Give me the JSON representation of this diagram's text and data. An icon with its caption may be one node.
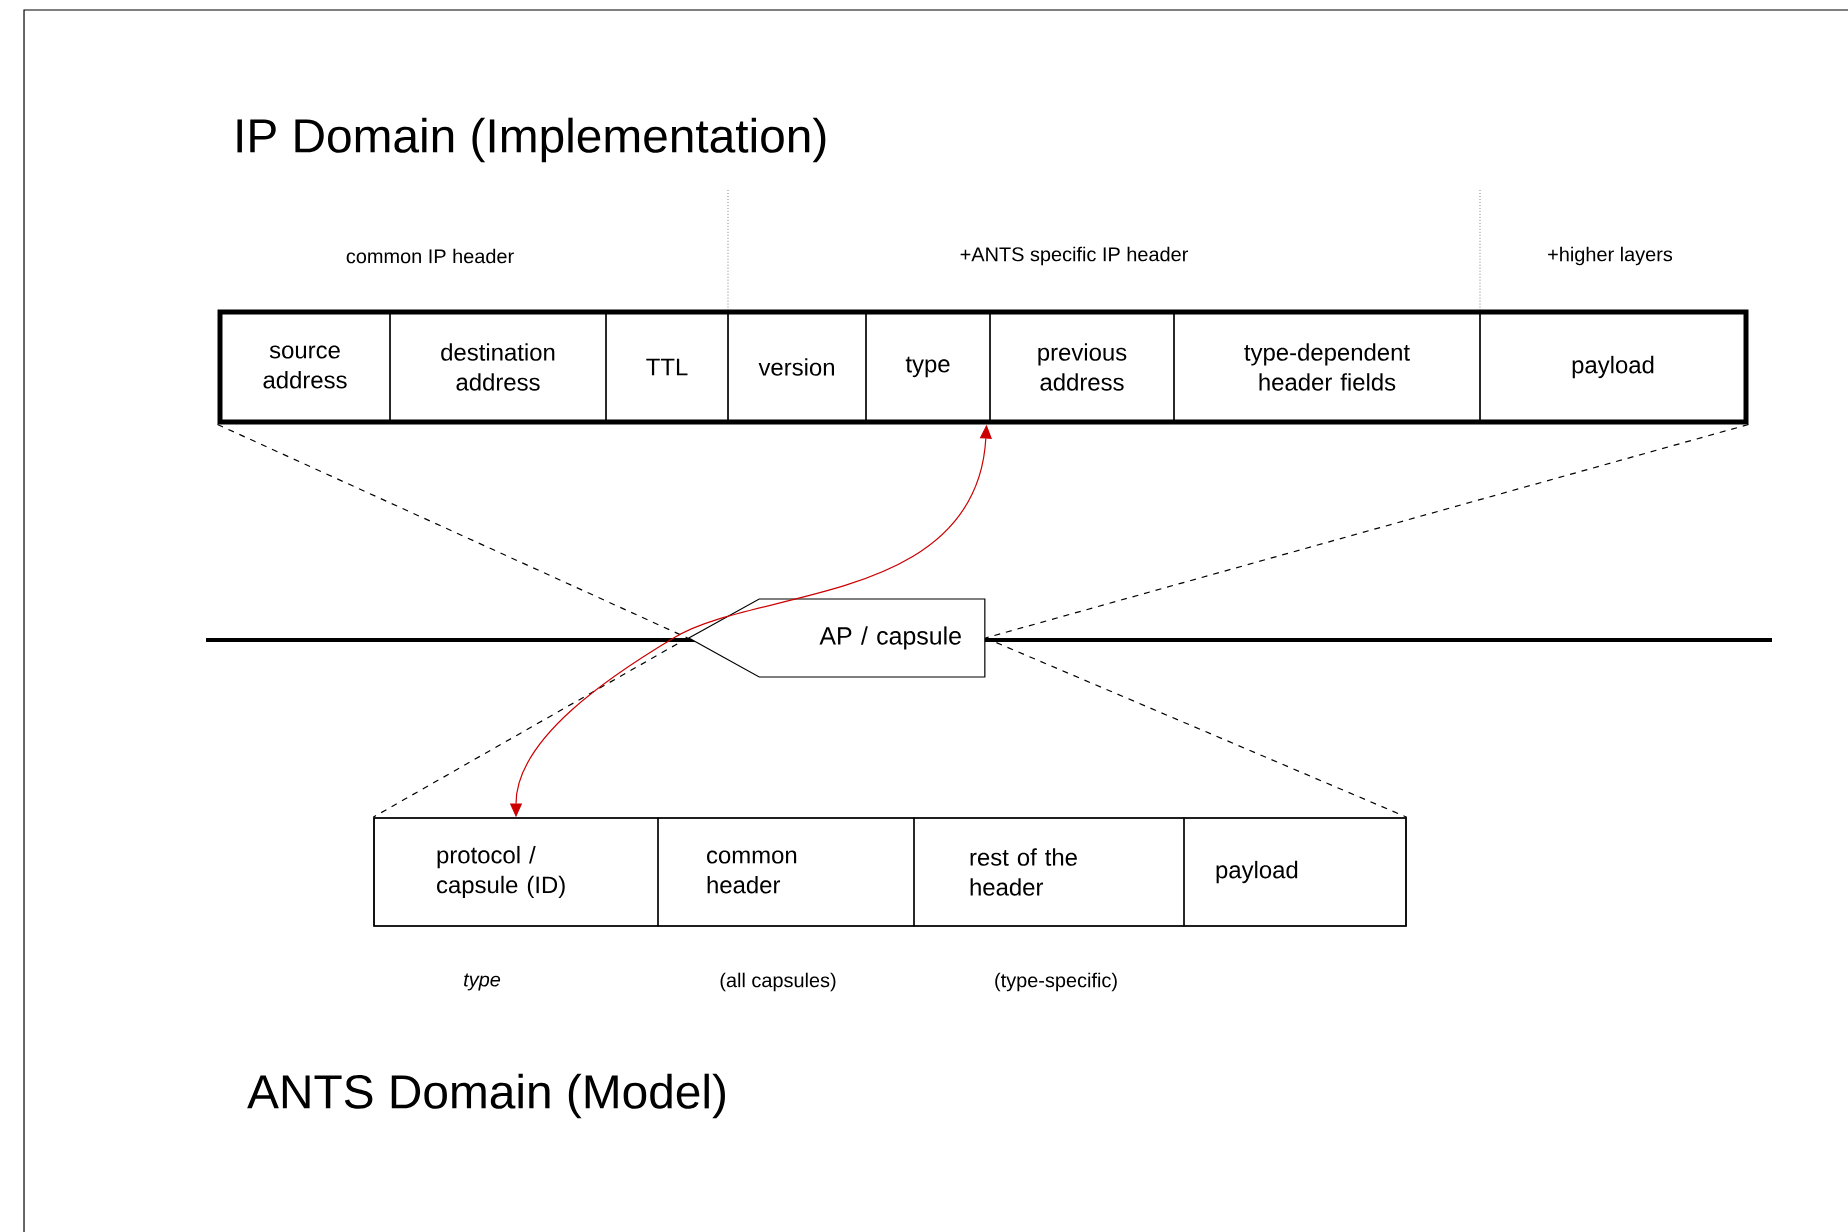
{
  "diagram": {
    "title": "IP Domain (Implementation)",
    "nodes": [
      {
        "text": [],
        "shape": "box"
      },
      {
        "text": [
          "source address"
        ],
        "in": 0
      },
      {
        "text": [
          "destination address"
        ],
        "in": 0
      },
      {
        "text": [
          "TTL"
        ],
        "in": 0
      },
      {
        "text": [
          "version"
        ],
        "in": 0
      },
      {
        "text": [
          "type"
        ],
        "in": 0
      },
      {
        "text": [
          "previous address"
        ],
        "in": 0
      },
      {
        "text": [
          "type-dependent header fields"
        ],
        "in": 0
      },
      {
        "text": [
          "payload"
        ],
        "in": 0
      },
      {
        "text": [
          "AP / capsule"
        ]
      },
      {
        "text": [],
        "shape": "box"
      },
      {
        "text": [
          "protocol / capsule (ID)"
        ],
        "in": 10
      },
      {
        "text": [
          "common header"
        ],
        "in": 10
      },
      {
        "text": [
          "rest of the header"
        ],
        "in": 10
      },
      {
        "text": [
          "payload"
        ],
        "in": 10
      }
    ],
    "edges": [
      {
        "from": 0,
        "to": 9,
        "arrow": "none",
        "style": "dashed"
      },
      {
        "from": 0,
        "to": 9,
        "arrow": "none",
        "style": "dashed"
      },
      {
        "from": 9,
        "to": 10,
        "arrow": "none",
        "style": "dashed"
      },
      {
        "from": 9,
        "to": 10,
        "arrow": "none",
        "style": "dashed"
      },
      {
        "from": 5,
        "to": 11,
        "arrow": "both",
        "color": "#cc0000"
      }
    ],
    "labels": [
      "common IP header",
      "+ANTS specific IP header",
      "+higher layers",
      "type",
      "(all capsules)",
      "(type-specific)",
      "ANTS Domain (Model)"
    ]
  }
}
